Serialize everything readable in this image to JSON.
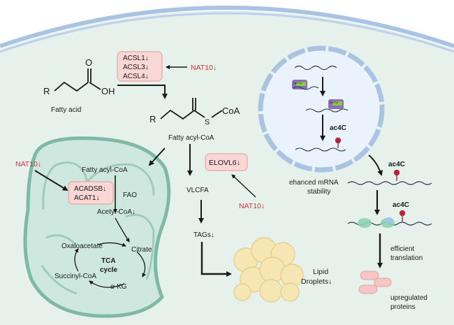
{
  "labels": {
    "fatty_acid": "Fatty acid",
    "fatty_acyl_coa": "Fatty acyl-CoA",
    "fatty_acyl_coa_mito": "Fatty acyl-CoA",
    "acsl_box": [
      "ACSL1↓",
      "ACSL3↓",
      "ACSL4↓"
    ],
    "nat10_top": "NAT10↓",
    "nat10_left": "NAT10↓",
    "nat10_mid": "NAT10↓",
    "acadsb_box": [
      "ACADSB↓",
      "ACAT1↓"
    ],
    "fao": "FAO",
    "acetyl_coa": "Acetyl-CoA↓",
    "oxaloacetate": "Oxaloacetate",
    "citrate": "Citrate",
    "tca": [
      "TCA",
      "cycle"
    ],
    "succinyl_coa": "Succinyl-CoA",
    "akg": "α-KG",
    "elovl6": "ELOVL6↓",
    "vlcfa": "VLCFA",
    "tags": "TAGs↓",
    "lipid_droplets": [
      "Lipid",
      "Droplets↓"
    ],
    "ac4c_nucleus": "ac4C",
    "ac4c_cyto1": "ac4C",
    "ac4c_cyto2": "ac4C",
    "mrna_stability": [
      "ehanced mRNA",
      "stability"
    ],
    "translation": [
      "efficient",
      "translation"
    ],
    "proteins": [
      "upregulated",
      "proteins"
    ],
    "chem_R1": "R",
    "chem_O": "O",
    "chem_OH": "OH",
    "chem_R2": "R",
    "chem_S": "S",
    "chem_CoA": "CoA",
    "nat10_chip": "NAT10"
  },
  "colors": {
    "cell_fill": "#e6f1ec",
    "membrane": "#a9c3e3",
    "mito_fill": "#cfe8df",
    "mito_stroke": "#7fb8a6",
    "enzyme_box_fill": "#f8d7d5",
    "enzyme_box_stroke": "#e7a7a3",
    "nat10_red": "#c8363a",
    "droplet": "#f6e6b4",
    "protein": "#f4c6c6",
    "ac4c_mark": "#b6263a"
  }
}
